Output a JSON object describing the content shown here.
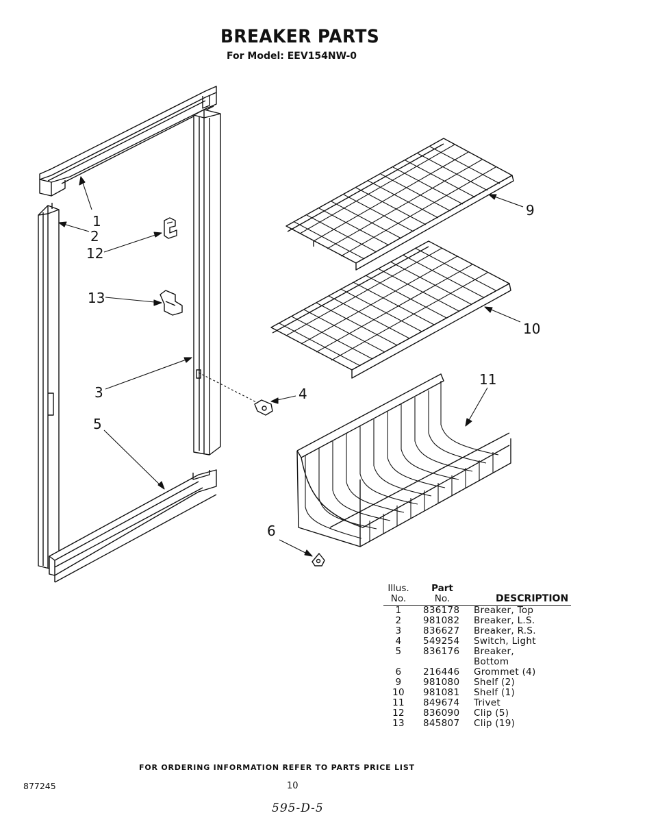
{
  "header": {
    "title": "BREAKER PARTS",
    "subtitle": "For Model: EEV154NW-0"
  },
  "callouts": [
    "1",
    "2",
    "12",
    "13",
    "3",
    "4",
    "5",
    "6",
    "9",
    "10",
    "11"
  ],
  "parts_table": {
    "headers": {
      "illus_top": "Illus.",
      "illus_bottom": "No.",
      "part_top": "Part",
      "part_bottom": "No.",
      "description": "DESCRIPTION"
    },
    "rows": [
      {
        "no": "1",
        "part": "836178",
        "desc": "Breaker, Top"
      },
      {
        "no": "2",
        "part": "981082",
        "desc": "Breaker, L.S."
      },
      {
        "no": "3",
        "part": "836627",
        "desc": "Breaker, R.S."
      },
      {
        "no": "4",
        "part": "549254",
        "desc": "Switch, Light"
      },
      {
        "no": "5",
        "part": "836176",
        "desc": "Breaker,"
      },
      {
        "no": "",
        "part": "",
        "desc": "Bottom"
      },
      {
        "no": "6",
        "part": "216446",
        "desc": "Grommet (4)"
      },
      {
        "no": "9",
        "part": "981080",
        "desc": "Shelf (2)"
      },
      {
        "no": "10",
        "part": "981081",
        "desc": "Shelf (1)"
      },
      {
        "no": "11",
        "part": "849674",
        "desc": "Trivet"
      },
      {
        "no": "12",
        "part": "836090",
        "desc": "Clip (5)"
      },
      {
        "no": "13",
        "part": "845807",
        "desc": "Clip (19)"
      }
    ]
  },
  "footer": {
    "ordering_note": "FOR ORDERING INFORMATION REFER TO PARTS PRICE LIST",
    "doc_number": "877245",
    "page_number": "10",
    "handwritten_code": "595-D-5"
  }
}
